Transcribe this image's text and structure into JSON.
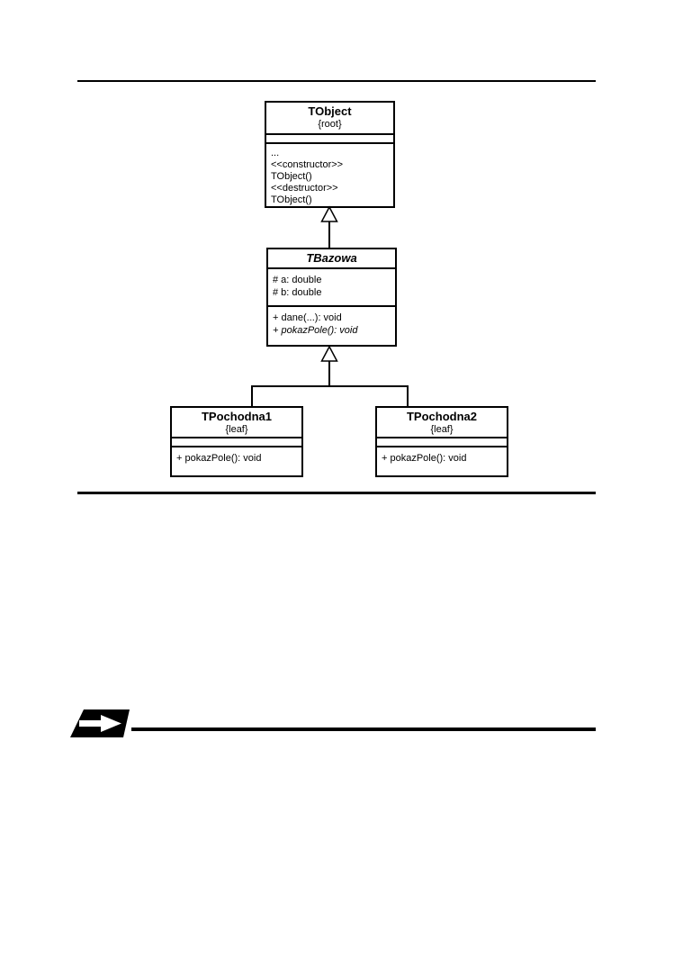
{
  "colors": {
    "ink": "#000000",
    "paper": "#ffffff"
  },
  "diagram": {
    "tobject": {
      "name": "TObject",
      "stereotype": "{root}",
      "methods": [
        "...",
        "<<constructor>>",
        "TObject()",
        "<<destructor>>",
        "TObject()"
      ]
    },
    "tbazowa": {
      "name": "TBazowa",
      "attributes": [
        "# a: double",
        "# b: double"
      ],
      "methods": [
        "+ dane(...): void",
        "+ pokazPole(): void"
      ]
    },
    "tpochodna1": {
      "name": "TPochodna1",
      "stereotype": "{leaf}",
      "methods": [
        "+ pokazPole(): void"
      ]
    },
    "tpochodna2": {
      "name": "TPochodna2",
      "stereotype": "{leaf}",
      "methods": [
        "+ pokazPole(): void"
      ]
    }
  },
  "icons": {
    "note_marker": "right-arrow-icon",
    "inheritance": "hollow-triangle-generalization"
  }
}
